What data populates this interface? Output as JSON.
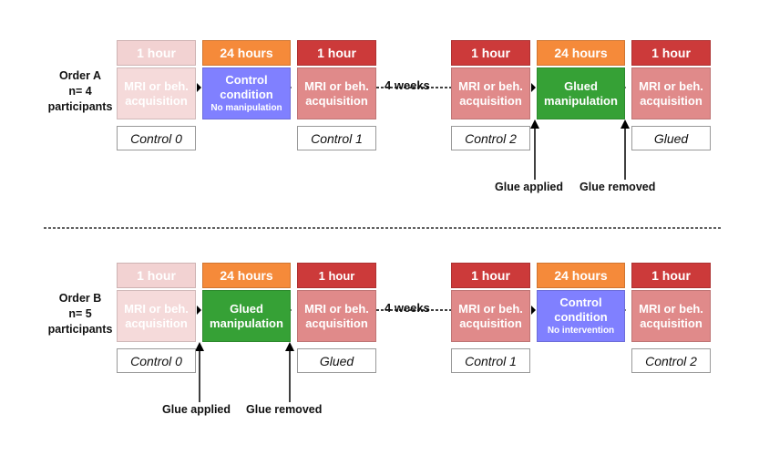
{
  "colors": {
    "header_red": "#cc3a3a",
    "header_orange": "#f58a3a",
    "header_faded": "#f2d2d2",
    "box_red": "#e08a8a",
    "box_faded": "#f5dada",
    "box_blue": "#8080ff",
    "box_green": "#36a136"
  },
  "order_a": {
    "label_line1": "Order A",
    "label_line2": "n= 4",
    "label_line3": "participants",
    "blocks": [
      {
        "header": "1 hour",
        "line1": "MRI or beh.",
        "line2": "acquisition",
        "sub": "",
        "label": "Control 0"
      },
      {
        "header": "24 hours",
        "line1": "Control",
        "line2": "condition",
        "sub": "No manipulation",
        "label": ""
      },
      {
        "header": "1 hour",
        "line1": "MRI or beh.",
        "line2": "acquisition",
        "sub": "",
        "label": "Control 1"
      },
      {
        "header": "1 hour",
        "line1": "MRI or beh.",
        "line2": "acquisition",
        "sub": "",
        "label": "Control 2"
      },
      {
        "header": "24 hours",
        "line1": "Glued",
        "line2": "manipulation",
        "sub": "",
        "label": ""
      },
      {
        "header": "1 hour",
        "line1": "MRI or beh.",
        "line2": "acquisition",
        "sub": "",
        "label": "Glued"
      }
    ],
    "weeks": "4 weeks",
    "glue_applied": "Glue applied",
    "glue_removed": "Glue removed"
  },
  "order_b": {
    "label_line1": "Order B",
    "label_line2": "n= 5",
    "label_line3": "participants",
    "blocks": [
      {
        "header": "1 hour",
        "line1": "MRI or beh.",
        "line2": "acquisition",
        "sub": "",
        "label": "Control 0"
      },
      {
        "header": "24 hours",
        "line1": "Glued",
        "line2": "manipulation",
        "sub": "",
        "label": "Glued"
      },
      {
        "header": "1 hour",
        "line1": "MRI or beh.",
        "line2": "acquisition",
        "sub": "",
        "label": ""
      },
      {
        "header": "1 hour",
        "line1": "MRI or beh.",
        "line2": "acquisition",
        "sub": "",
        "label": "Control 1"
      },
      {
        "header": "24 hours",
        "line1": "Control",
        "line2": "condition",
        "sub": "No intervention",
        "label": ""
      },
      {
        "header": "1 hour",
        "line1": "MRI or beh.",
        "line2": "acquisition",
        "sub": "",
        "label": "Control 2"
      }
    ],
    "weeks": "4 weeks",
    "glue_applied": "Glue applied",
    "glue_removed": "Glue removed"
  }
}
